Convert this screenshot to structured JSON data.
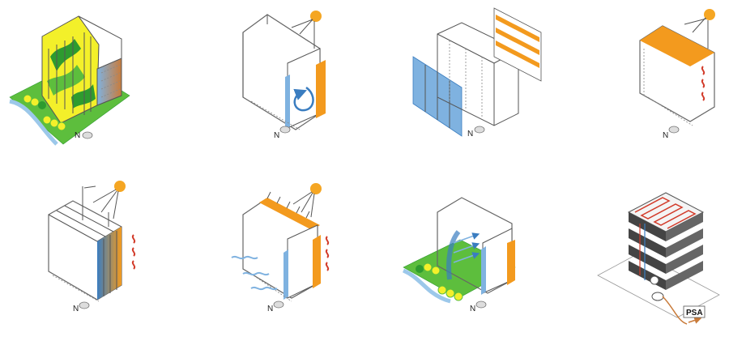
{
  "colors": {
    "sun": "#F5A623",
    "orange": "#F39A1E",
    "blue": "#7FB2E0",
    "blueDeep": "#3A7DC0",
    "green": "#5DBE3D",
    "greenDark": "#2E9B2F",
    "yellow": "#F3F02A",
    "red": "#D23B2A",
    "grey": "#555555",
    "river": "#9CC8EA"
  },
  "panels": [
    {
      "id": "site",
      "north_label": "N",
      "icons": [
        "tree-icon",
        "river-icon",
        "compass-icon"
      ]
    },
    {
      "id": "sun-airflow",
      "north_label": "N",
      "icons": [
        "sun-icon",
        "airflow-arrow-icon",
        "compass-icon"
      ]
    },
    {
      "id": "exploded",
      "north_label": "N",
      "icons": [
        "compass-icon"
      ]
    },
    {
      "id": "solar-heat",
      "north_label": "N",
      "icons": [
        "sun-icon",
        "heat-wave-icon",
        "compass-icon"
      ]
    },
    {
      "id": "shading",
      "north_label": "N",
      "icons": [
        "sun-icon",
        "heat-wave-icon",
        "compass-icon"
      ]
    },
    {
      "id": "ventilation",
      "north_label": "N",
      "icons": [
        "sun-icon",
        "wind-icon",
        "heat-wave-icon",
        "compass-icon"
      ]
    },
    {
      "id": "landscape-flow",
      "north_label": "N",
      "icons": [
        "tree-icon",
        "river-icon",
        "airflow-arrow-icon",
        "compass-icon"
      ]
    },
    {
      "id": "radiant-system",
      "psa_label": "PSA",
      "icons": [
        "pipe-icon",
        "pump-icon"
      ]
    }
  ]
}
